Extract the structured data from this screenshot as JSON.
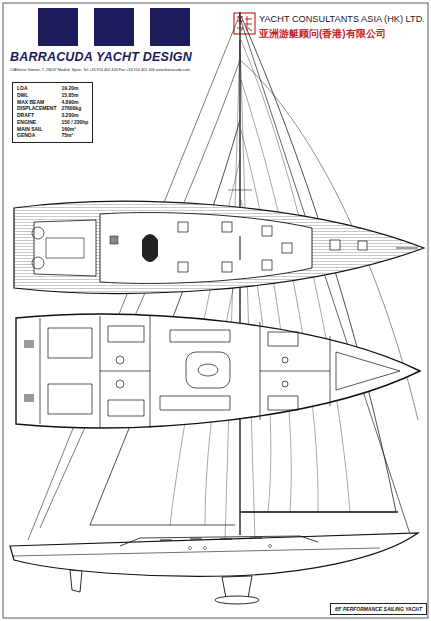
{
  "diagram": {
    "title": "BARRACUDA YACHT DESIGN",
    "nodes": [
      {
        "text": [
          "LOA",
          "19.20m",
          "DWL",
          "15.85m",
          "MAX BEAM",
          "4.890m",
          "DISPLACEMENT",
          "27600kg",
          "DRAFT",
          "3.200m",
          "ENGINE",
          "150 / 230hp",
          "MAIN SAIL",
          "160m²",
          "GENOA",
          "75m²"
        ]
      },
      {
        "text": [
          "65' PERFORMANCE SAILING YACHT"
        ]
      }
    ],
    "labels": [
      "C/Alfonso Gómez, 7, 28037 Madrid, Spain. Tel +34 914 402 403 Fax +34 914 402 404 www.barracuda.com",
      "YACHT CONSULTANTS ASIA (HK) LTD.",
      "亚洲游艇顾问(香港)有限公司"
    ]
  }
}
